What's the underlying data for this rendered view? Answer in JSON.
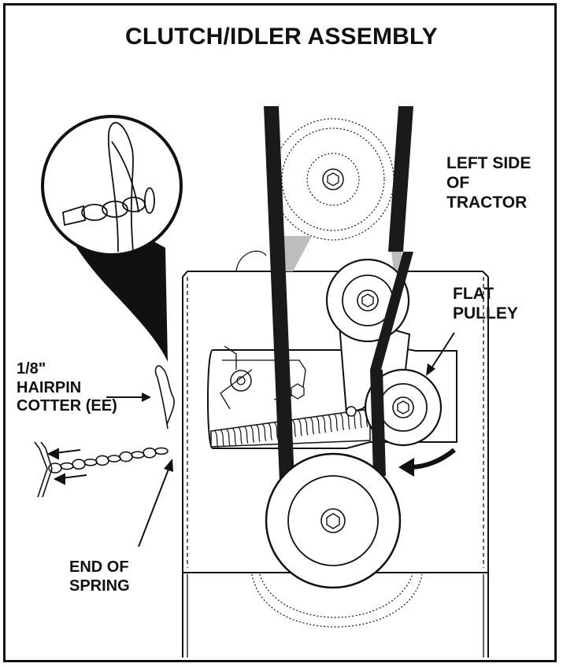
{
  "title": "CLUTCH/IDLER ASSEMBLY",
  "labels": {
    "left_side": [
      "LEFT SIDE",
      "OF",
      "TRACTOR"
    ],
    "flat_pulley": [
      "FLAT",
      "PULLEY"
    ],
    "hairpin": [
      "1/8\"",
      "HAIRPIN",
      "COTTER (EE)"
    ],
    "end_of_spring": [
      "END OF",
      "SPRING"
    ]
  },
  "colors": {
    "ink": "#111111",
    "belt": "#1a1a1a",
    "shade": "#bdbdbd"
  }
}
